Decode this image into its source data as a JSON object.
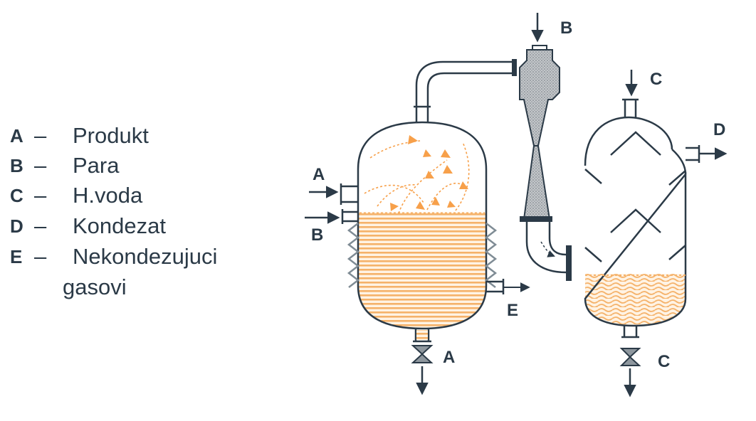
{
  "legend": {
    "dash": "–",
    "items": [
      {
        "key": "A",
        "text": "Produkt"
      },
      {
        "key": "B",
        "text": "Para"
      },
      {
        "key": "C",
        "text": "H.voda"
      },
      {
        "key": "D",
        "text": "Kondezat"
      },
      {
        "key": "E",
        "text": "Nekondezujuci"
      }
    ],
    "continuation": "gasovi"
  },
  "labels": {
    "a_inlet": "A",
    "b_inlet": "B",
    "a_bottom": "A",
    "e_vent": "E",
    "b_top": "B",
    "c_top": "C",
    "d_outlet": "D",
    "c_bottom": "C"
  },
  "colors": {
    "line": "#2b3a47",
    "product": "#f5b26a",
    "steam": "#f7a04a",
    "jacket": "#7f8c95"
  }
}
